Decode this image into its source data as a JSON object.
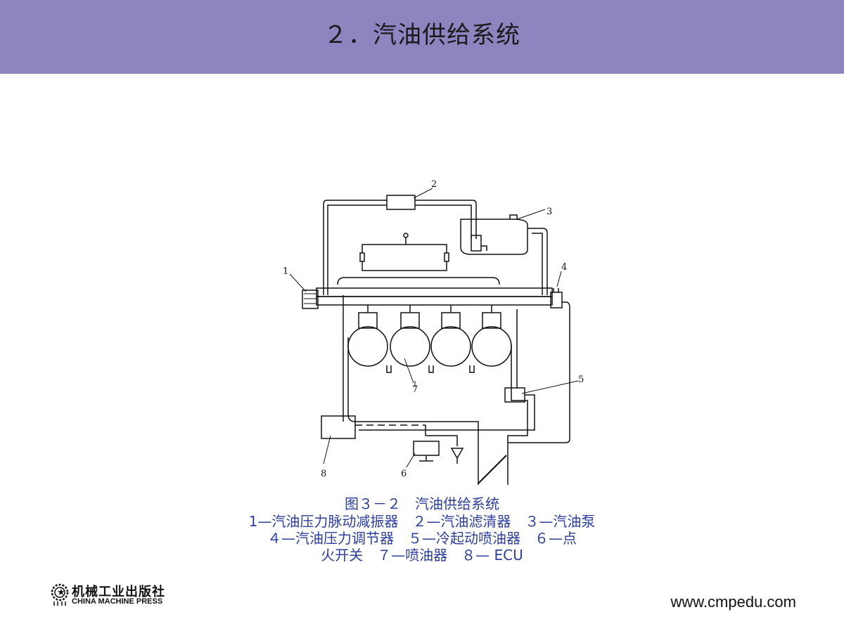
{
  "header": {
    "title": "２．汽油供给系统",
    "bg_color": "#8e84bf"
  },
  "diagram": {
    "labels": [
      "1",
      "2",
      "3",
      "4",
      "5",
      "6",
      "7",
      "8"
    ]
  },
  "caption": {
    "line1": "图３－２　汽油供给系统",
    "line2": "1—汽油压力脉动减振器　２—汽油滤清器　３—汽油泵",
    "line3": "４—汽油压力调节器　５—冷起动喷油器　６—点",
    "line4": "火开关　７—喷油器　８— ECU",
    "color": "#2d3e9e"
  },
  "footer": {
    "publisher_cn": "机械工业出版社",
    "publisher_en": "CHINA MACHINE PRESS",
    "website": "www.cmpedu.com"
  }
}
